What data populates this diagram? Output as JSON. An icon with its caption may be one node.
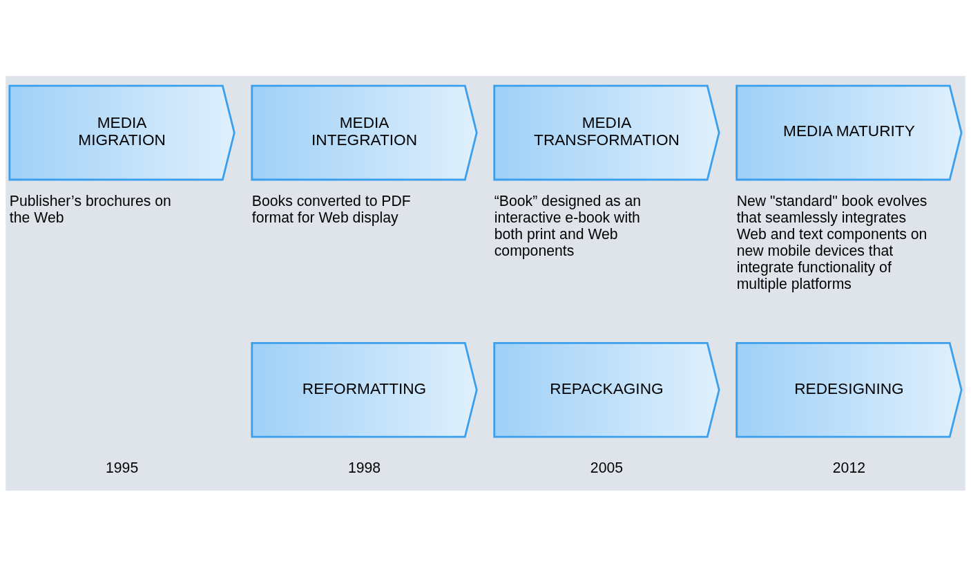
{
  "diagram": {
    "nodes": [
      {
        "text": [
          "MEDIA MIGRATION"
        ],
        "beside": [
          "Publisher’s brochures on the Web"
        ]
      },
      {
        "text": [
          "MEDIA INTEGRATION"
        ],
        "beside": [
          "Books converted to PDF format for Web display"
        ]
      },
      {
        "text": [
          "MEDIA TRANSFORMATION"
        ],
        "beside": [
          "“Book” designed as an interactive e-book with both print and Web components"
        ]
      },
      {
        "text": [
          "MEDIA MATURITY"
        ],
        "beside": [
          "New \"standard\" book evolves that seamlessly integrates Web and text components on new mobile devices that integrate functionality of multiple platforms"
        ]
      },
      {
        "text": [
          "REFORMATTING"
        ]
      },
      {
        "text": [
          "REPACKAGING"
        ]
      },
      {
        "text": [
          "REDESIGNING"
        ]
      }
    ],
    "labels": [
      "1995",
      "1998",
      "2005",
      "2012"
    ]
  }
}
